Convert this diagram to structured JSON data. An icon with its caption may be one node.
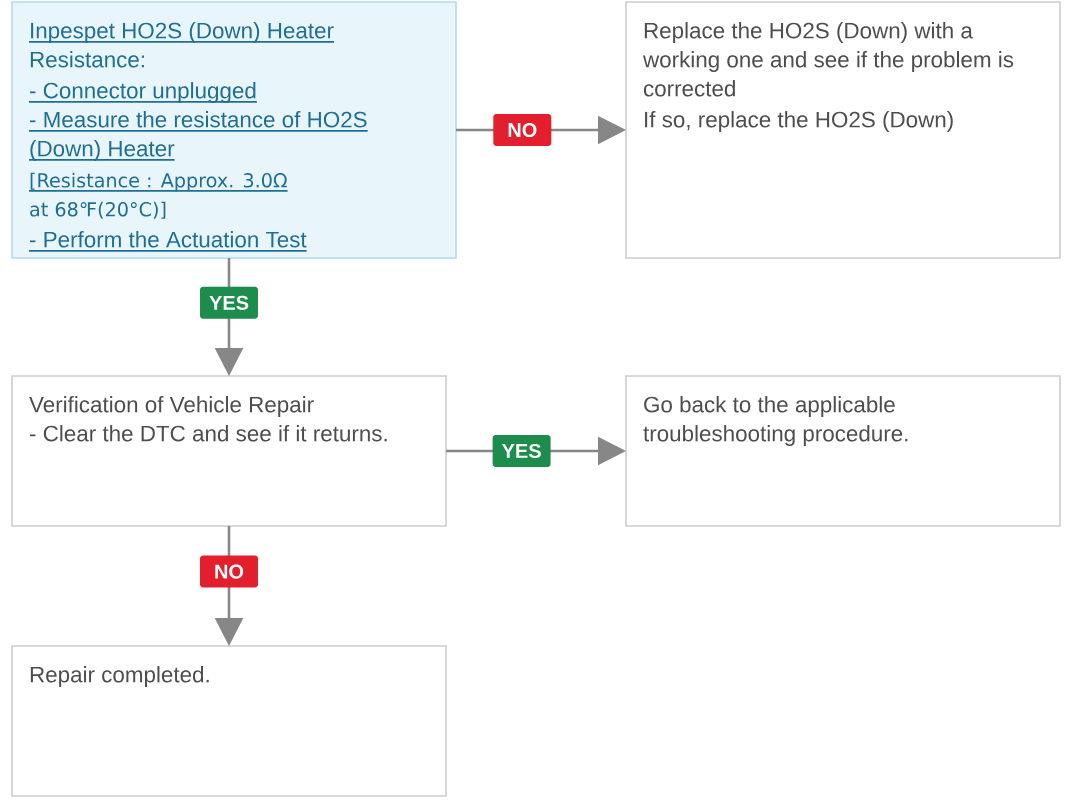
{
  "diagram": {
    "nodes": [
      {
        "text": [
          "Inpespet HO2S (Down) Heater Resistance:",
          "- Connector unplugged",
          "- Measure the resistance of HO2S (Down) Heater",
          "[Resistance : Approx. 3.0Ω at 68℉(20°C)]",
          "- Perform the Actuation Test"
        ]
      },
      {
        "text": [
          "Replace the HO2S (Down) with a working one and see if the problem is corrected",
          "If so, replace the HO2S (Down)"
        ]
      },
      {
        "text": [
          "Verification of Vehicle Repair",
          "- Clear the DTC and see if it returns."
        ]
      },
      {
        "text": [
          "Go back to the applicable troubleshooting procedure."
        ]
      },
      {
        "text": [
          "Repair completed."
        ]
      }
    ],
    "edges": [
      {
        "from": 0,
        "to": 1,
        "arrow": "to",
        "label": "NO"
      },
      {
        "from": 0,
        "to": 2,
        "arrow": "to",
        "label": "YES"
      },
      {
        "from": 2,
        "to": 3,
        "arrow": "to",
        "label": "YES"
      },
      {
        "from": 2,
        "to": 4,
        "arrow": "to",
        "label": "NO"
      }
    ]
  }
}
